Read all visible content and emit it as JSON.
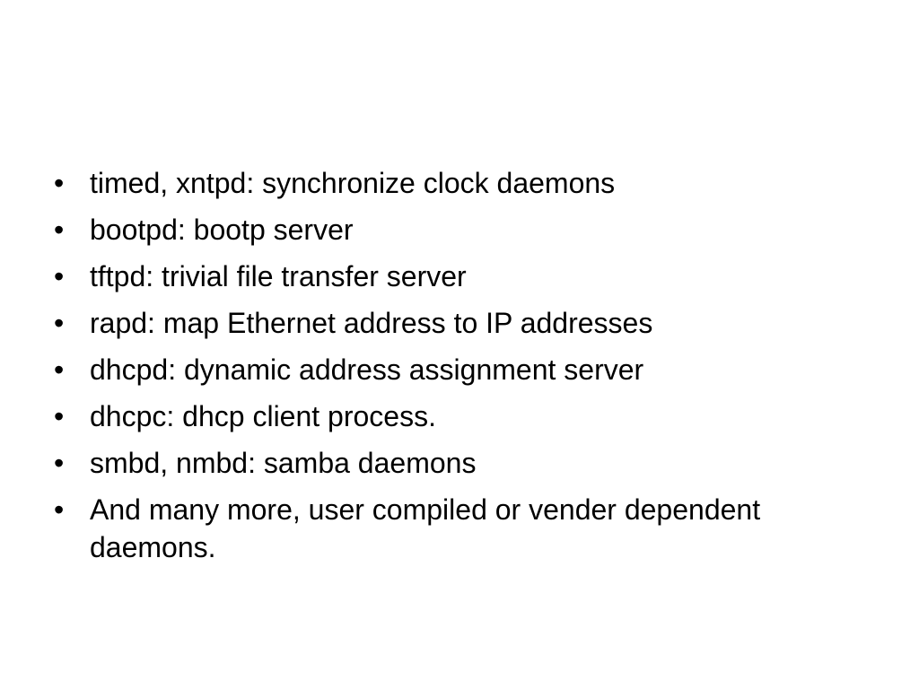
{
  "slide": {
    "bullet_symbol": "•",
    "items": [
      {
        "text": "timed, xntpd: synchronize clock daemons"
      },
      {
        "text": "bootpd: bootp server"
      },
      {
        "text": "tftpd: trivial file transfer server"
      },
      {
        "text": "rapd: map Ethernet address to IP addresses"
      },
      {
        "text": "dhcpd: dynamic address assignment server"
      },
      {
        "text": "dhcpc: dhcp client process."
      },
      {
        "text": "smbd, nmbd: samba daemons"
      },
      {
        "text": "And many more, user compiled or vender dependent daemons."
      }
    ]
  }
}
